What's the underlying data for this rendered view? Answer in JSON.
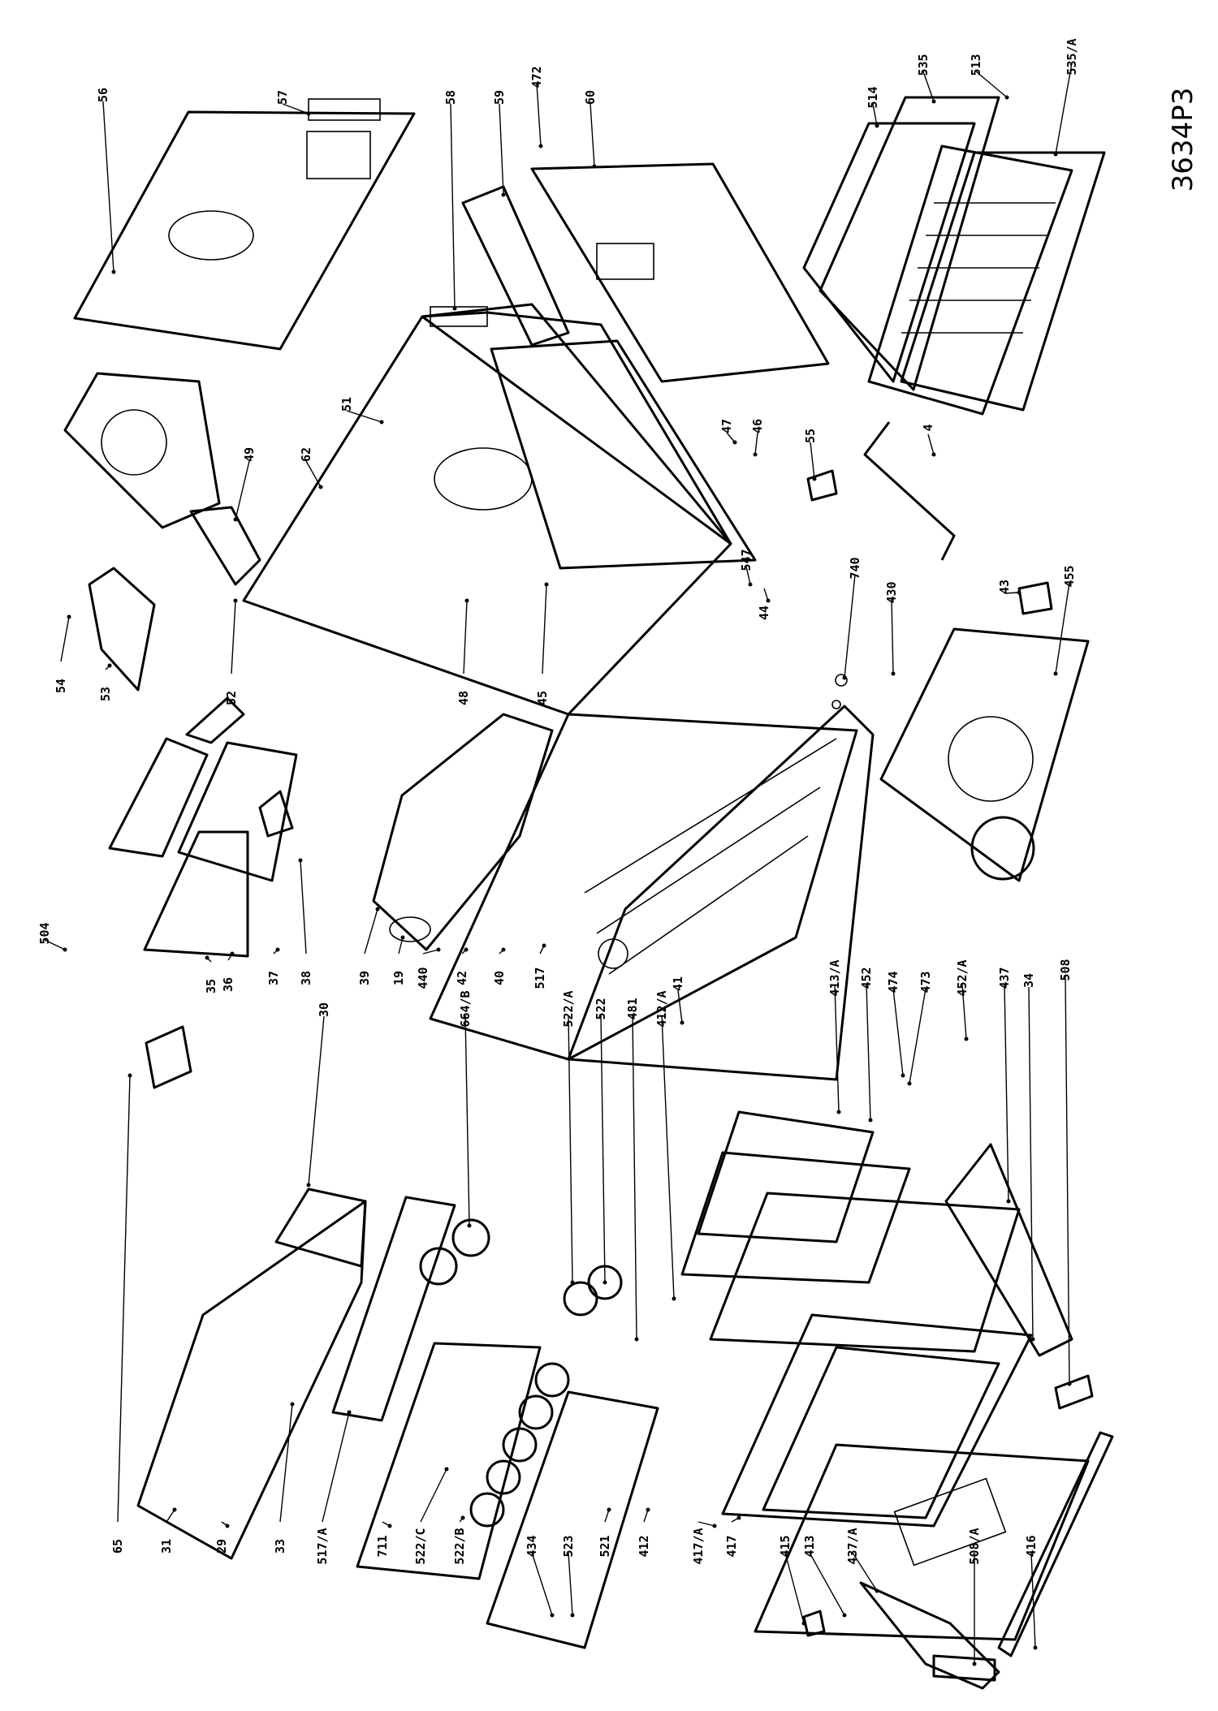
{
  "diagram": {
    "code": "3634P3",
    "labels": [
      {
        "id": "p56",
        "text": "56"
      },
      {
        "id": "p57",
        "text": "57"
      },
      {
        "id": "p58",
        "text": "58"
      },
      {
        "id": "p59",
        "text": "59"
      },
      {
        "id": "p472",
        "text": "472"
      },
      {
        "id": "p60",
        "text": "60"
      },
      {
        "id": "p514",
        "text": "514"
      },
      {
        "id": "p535",
        "text": "535"
      },
      {
        "id": "p513",
        "text": "513"
      },
      {
        "id": "p535a",
        "text": "535/A"
      },
      {
        "id": "p51",
        "text": "51"
      },
      {
        "id": "p62",
        "text": "62"
      },
      {
        "id": "p49",
        "text": "49"
      },
      {
        "id": "p47",
        "text": "47"
      },
      {
        "id": "p46",
        "text": "46"
      },
      {
        "id": "p55",
        "text": "55"
      },
      {
        "id": "p4",
        "text": "4"
      },
      {
        "id": "p54",
        "text": "54"
      },
      {
        "id": "p53",
        "text": "53"
      },
      {
        "id": "p52",
        "text": "52"
      },
      {
        "id": "p48",
        "text": "48"
      },
      {
        "id": "p45",
        "text": "45"
      },
      {
        "id": "p547",
        "text": "547"
      },
      {
        "id": "p44",
        "text": "44"
      },
      {
        "id": "p740",
        "text": "740"
      },
      {
        "id": "p430",
        "text": "430"
      },
      {
        "id": "p43",
        "text": "43"
      },
      {
        "id": "p455",
        "text": "455"
      },
      {
        "id": "p504",
        "text": "504"
      },
      {
        "id": "p35",
        "text": "35"
      },
      {
        "id": "p36",
        "text": "36"
      },
      {
        "id": "p37",
        "text": "37"
      },
      {
        "id": "p38",
        "text": "38"
      },
      {
        "id": "p39",
        "text": "39"
      },
      {
        "id": "p19",
        "text": "19"
      },
      {
        "id": "p440",
        "text": "440"
      },
      {
        "id": "p42",
        "text": "42"
      },
      {
        "id": "p40",
        "text": "40"
      },
      {
        "id": "p517",
        "text": "517"
      },
      {
        "id": "p41",
        "text": "41"
      },
      {
        "id": "p413a",
        "text": "413/A"
      },
      {
        "id": "p452",
        "text": "452"
      },
      {
        "id": "p474",
        "text": "474"
      },
      {
        "id": "p473",
        "text": "473"
      },
      {
        "id": "p452a",
        "text": "452/A"
      },
      {
        "id": "p437",
        "text": "437"
      },
      {
        "id": "p34",
        "text": "34"
      },
      {
        "id": "p508",
        "text": "508"
      },
      {
        "id": "p30",
        "text": "30"
      },
      {
        "id": "p664b",
        "text": "664/B"
      },
      {
        "id": "p522a",
        "text": "522/A"
      },
      {
        "id": "p522",
        "text": "522"
      },
      {
        "id": "p481",
        "text": "481"
      },
      {
        "id": "p412a",
        "text": "412/A"
      },
      {
        "id": "p65",
        "text": "65"
      },
      {
        "id": "p31",
        "text": "31"
      },
      {
        "id": "p29",
        "text": "29"
      },
      {
        "id": "p33",
        "text": "33"
      },
      {
        "id": "p517a",
        "text": "517/A"
      },
      {
        "id": "p711",
        "text": "711"
      },
      {
        "id": "p522c",
        "text": "522/C"
      },
      {
        "id": "p522b",
        "text": "522/B"
      },
      {
        "id": "p434",
        "text": "434"
      },
      {
        "id": "p523",
        "text": "523"
      },
      {
        "id": "p521",
        "text": "521"
      },
      {
        "id": "p412",
        "text": "412"
      },
      {
        "id": "p417a",
        "text": "417/A"
      },
      {
        "id": "p417",
        "text": "417"
      },
      {
        "id": "p415",
        "text": "415"
      },
      {
        "id": "p413",
        "text": "413"
      },
      {
        "id": "p437a",
        "text": "437/A"
      },
      {
        "id": "p508a",
        "text": "508/A"
      },
      {
        "id": "p416",
        "text": "416"
      }
    ]
  }
}
